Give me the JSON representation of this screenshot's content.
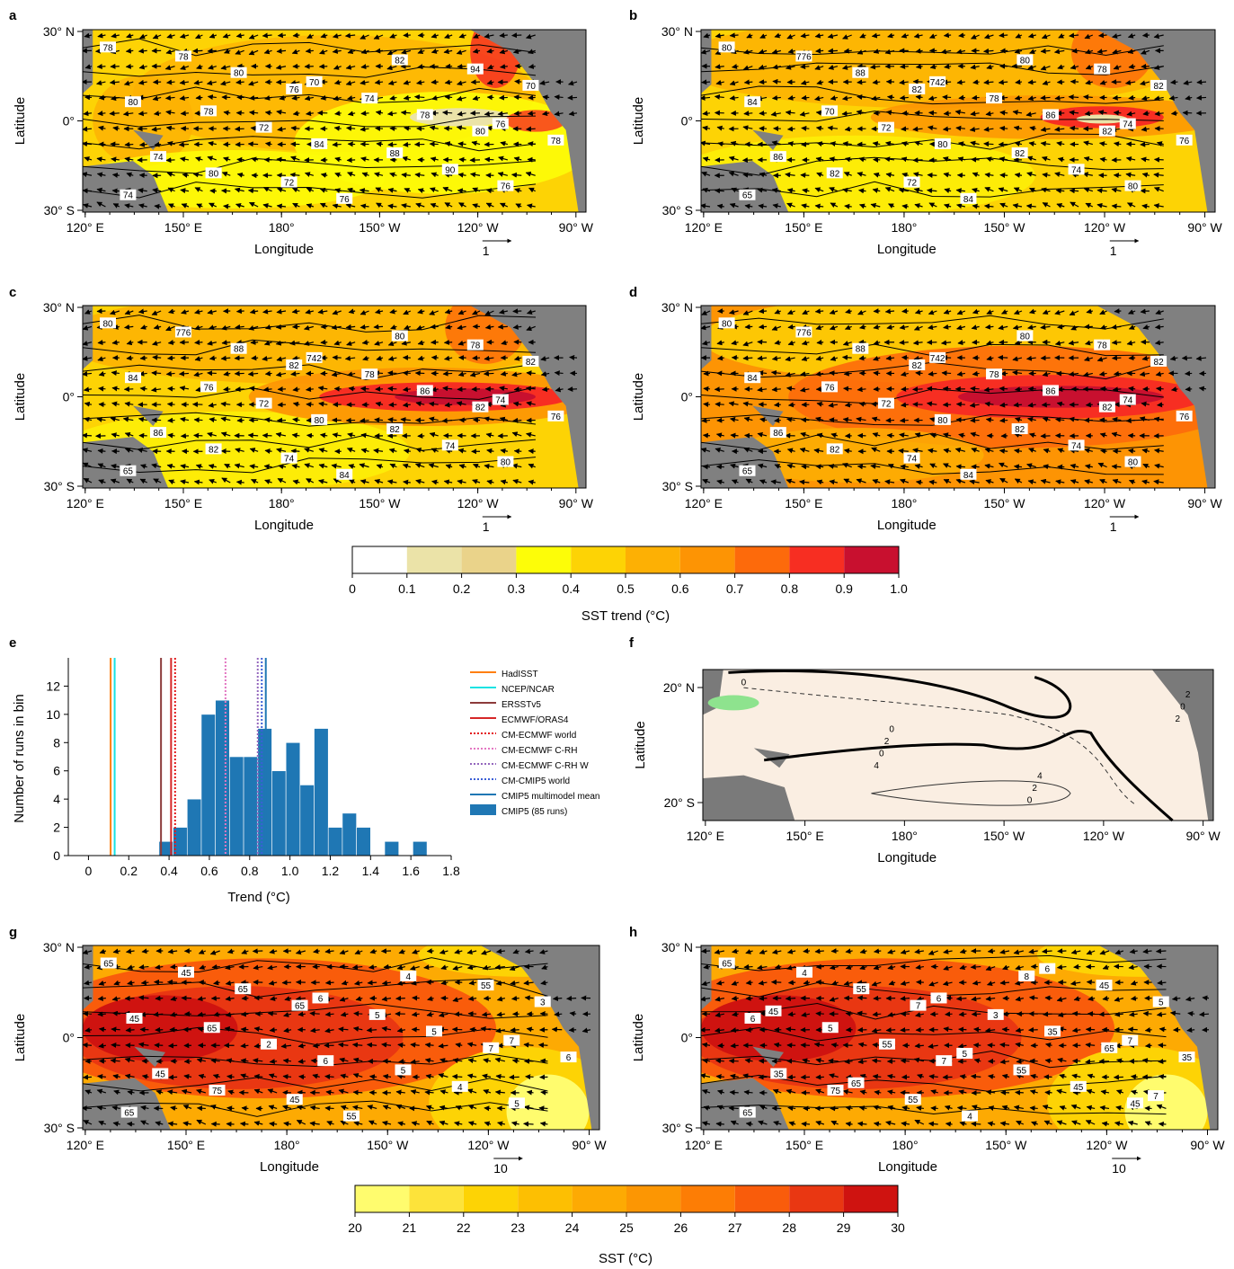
{
  "panels": {
    "a": {
      "label": "a"
    },
    "b": {
      "label": "b"
    },
    "c": {
      "label": "c"
    },
    "d": {
      "label": "d"
    },
    "e": {
      "label": "e"
    },
    "f": {
      "label": "f"
    },
    "g": {
      "label": "g"
    },
    "h": {
      "label": "h"
    }
  },
  "map_axes": {
    "xlabel": "Longitude",
    "ylabel": "Latitude",
    "xticks": [
      "120° E",
      "150° E",
      "180°",
      "150° W",
      "120° W",
      "90° W"
    ],
    "yticks_30": [
      "30° N",
      "0°",
      "30° S"
    ],
    "yticks_20": [
      "20° N",
      "20° S"
    ]
  },
  "trend_panels": {
    "vector_scale": "1",
    "contours": {
      "a": [
        "78",
        "76",
        "80",
        "80",
        "82",
        "80",
        "84",
        "76",
        "80",
        "78",
        "74",
        "76",
        "70",
        "72",
        "90",
        "78",
        "74",
        "78",
        "72",
        "94",
        "78",
        "88",
        "74",
        "70",
        "76"
      ],
      "b": [
        "80",
        "82",
        "82",
        "82",
        "80",
        "84",
        "80",
        "80",
        "88",
        "86",
        "86",
        "84",
        "82",
        "72",
        "74",
        "776",
        "78",
        "76",
        "72",
        "78",
        "70",
        "82",
        "65",
        "742",
        "74"
      ],
      "c": [
        "80",
        "82",
        "82",
        "82",
        "80",
        "84",
        "80",
        "80",
        "88",
        "86",
        "86",
        "84",
        "82",
        "72",
        "74",
        "776",
        "78",
        "76",
        "74",
        "78",
        "76",
        "82",
        "65",
        "742",
        "74"
      ],
      "d": [
        "80",
        "82",
        "82",
        "82",
        "80",
        "84",
        "80",
        "80",
        "88",
        "86",
        "86",
        "84",
        "82",
        "72",
        "74",
        "776",
        "78",
        "76",
        "74",
        "78",
        "76",
        "82",
        "65",
        "742",
        "74"
      ]
    },
    "colorbar": {
      "title": "SST trend (°C)",
      "ticks": [
        "0",
        "0.1",
        "0.2",
        "0.3",
        "0.4",
        "0.5",
        "0.6",
        "0.7",
        "0.8",
        "0.9",
        "1.0"
      ],
      "colors": [
        "#ffffff",
        "#ebe3a8",
        "#ead38a",
        "#fdfd08",
        "#fdd305",
        "#fdb004",
        "#fd9404",
        "#fd6a0b",
        "#f72e22",
        "#c8102f"
      ]
    }
  },
  "sst_panels": {
    "vector_scale": "10",
    "contours": {
      "g": [
        "65",
        "65",
        "7",
        "75",
        "4",
        "45",
        "6",
        "5",
        "65",
        "5",
        "45",
        "55",
        "3",
        "2",
        "4",
        "45",
        "5",
        "6",
        "45",
        "55",
        "65",
        "5",
        "65",
        "6",
        "7"
      ],
      "h": [
        "65",
        "7",
        "65",
        "75",
        "8",
        "6",
        "7",
        "45",
        "55",
        "35",
        "35",
        "4",
        "5",
        "55",
        "45",
        "4",
        "3",
        "35",
        "55",
        "45",
        "5",
        "55",
        "65",
        "6",
        "7",
        "65",
        "6",
        "45",
        "5",
        "7"
      ]
    },
    "colorbar": {
      "title": "SST (°C)",
      "ticks": [
        "20",
        "21",
        "22",
        "23",
        "24",
        "25",
        "26",
        "27",
        "28",
        "29",
        "30"
      ],
      "colors": [
        "#fffc6e",
        "#fde33a",
        "#fdd305",
        "#fdbf02",
        "#fdaa03",
        "#fc9603",
        "#fd7d05",
        "#f95c0b",
        "#e93712",
        "#cf1310"
      ]
    }
  },
  "panel_f": {
    "contour_labels": [
      "0",
      "0",
      "4",
      "2",
      "2",
      "2",
      "0",
      "0",
      "0",
      "2",
      "4"
    ]
  },
  "colors": {
    "land": "#808080",
    "land_f": "#7a7a7a",
    "f_background": "#faeee2",
    "f_green": "#8ee38e",
    "bar": "#1f77b4"
  },
  "chart_data": [
    {
      "panel": "e",
      "type": "bar",
      "xlabel": "Trend (°C)",
      "ylabel": "Number of runs in bin",
      "xlim": [
        -0.1,
        1.8
      ],
      "ylim": [
        0,
        14
      ],
      "xticks": [
        "0",
        "0.2",
        "0.4",
        "0.6",
        "0.8",
        "1.0",
        "1.2",
        "1.4",
        "1.6",
        "1.8"
      ],
      "yticks": [
        "0",
        "2",
        "4",
        "6",
        "8",
        "10",
        "12"
      ],
      "bin_width": 0.07,
      "bins": [
        {
          "x": 0.385,
          "count": 1
        },
        {
          "x": 0.455,
          "count": 2
        },
        {
          "x": 0.525,
          "count": 4
        },
        {
          "x": 0.595,
          "count": 10
        },
        {
          "x": 0.665,
          "count": 11
        },
        {
          "x": 0.735,
          "count": 7
        },
        {
          "x": 0.805,
          "count": 7
        },
        {
          "x": 0.875,
          "count": 9
        },
        {
          "x": 0.945,
          "count": 6
        },
        {
          "x": 1.015,
          "count": 8
        },
        {
          "x": 1.085,
          "count": 5
        },
        {
          "x": 1.155,
          "count": 9
        },
        {
          "x": 1.225,
          "count": 2
        },
        {
          "x": 1.295,
          "count": 3
        },
        {
          "x": 1.365,
          "count": 2
        },
        {
          "x": 1.505,
          "count": 1
        },
        {
          "x": 1.645,
          "count": 1
        }
      ],
      "reference_lines": [
        {
          "name": "HadISST",
          "x": 0.11,
          "color": "#ff7f0e",
          "style": "solid"
        },
        {
          "name": "NCEP/NCAR",
          "x": 0.13,
          "color": "#17e3e3",
          "style": "solid"
        },
        {
          "name": "ERSSTv5",
          "x": 0.36,
          "color": "#8c3b3b",
          "style": "solid"
        },
        {
          "name": "ECMWF/ORAS4",
          "x": 0.41,
          "color": "#d62728",
          "style": "solid"
        },
        {
          "name": "CM-ECMWF world",
          "x": 0.43,
          "color": "#e31a1c",
          "style": "dotted"
        },
        {
          "name": "CM-ECMWF C-RH",
          "x": 0.68,
          "color": "#e377c2",
          "style": "dotted"
        },
        {
          "name": "CM-ECMWF C-RH W",
          "x": 0.84,
          "color": "#9467bd",
          "style": "dotted"
        },
        {
          "name": "CM-CMIP5 world",
          "x": 0.86,
          "color": "#3b5fd6",
          "style": "dotted"
        },
        {
          "name": "CMIP5 multimodel mean",
          "x": 0.88,
          "color": "#1f77b4",
          "style": "solid"
        }
      ],
      "legend": {
        "placement": "right",
        "entries": [
          "HadISST",
          "NCEP/NCAR",
          "ERSSTv5",
          "ECMWF/ORAS4",
          "CM-ECMWF world",
          "CM-ECMWF C-RH",
          "CM-ECMWF C-RH W",
          "CM-CMIP5 world",
          "CMIP5 multimodel mean",
          "CMIP5 (85 runs)"
        ]
      }
    }
  ]
}
